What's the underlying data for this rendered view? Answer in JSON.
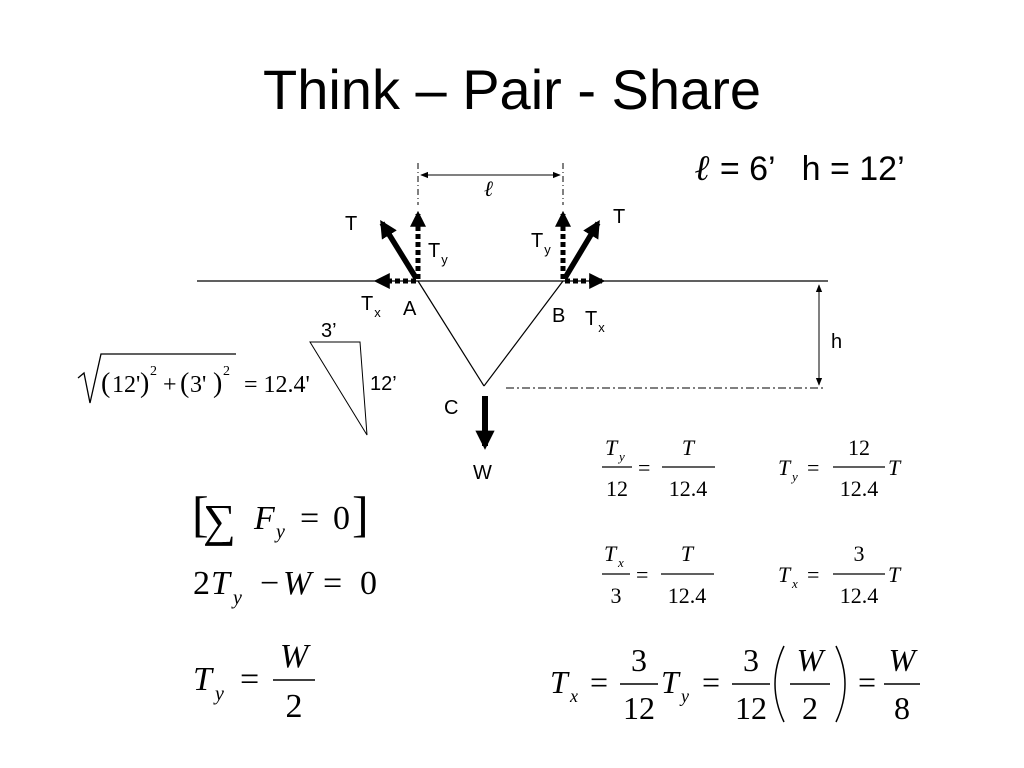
{
  "slide": {
    "title": "Think – Pair - Share",
    "given": {
      "ell_symbol": "ℓ",
      "ell_value": "= 6’",
      "h_value": "h = 12’"
    }
  },
  "diagram": {
    "ell_dim": "ℓ",
    "left_T": "T",
    "left_Ty_main": "T",
    "left_Ty_sub": "y",
    "left_Tx_main": "T",
    "left_Tx_sub": "x",
    "point_A": "A",
    "point_B": "B",
    "right_T": "T",
    "right_Ty_main": "T",
    "right_Ty_sub": "y",
    "right_Tx_main": "T",
    "right_Tx_sub": "x",
    "point_C": "C",
    "weight": "W",
    "h_dim": "h",
    "tri_short_side": "3’",
    "tri_long_side": "12’"
  },
  "equations": {
    "hyp_a": "12'",
    "hyp_b": "3'",
    "hyp_result": "= 12.4'",
    "sum_F": "F",
    "sum_sub": "y",
    "zero": "0",
    "eq2_coef": "2",
    "eq2_T": "T",
    "eq2_sub": "y",
    "eq2_W": "W",
    "eq3_T": "T",
    "eq3_sub": "y",
    "eq3_num": "W",
    "eq3_den": "2",
    "ty_main": "T",
    "ty_sub": "y",
    "ty_den": "12",
    "ty_num_T": "T",
    "ty_den_r": "12.4",
    "ty_res_num": "12",
    "ty_res_den": "12.4",
    "tx_main": "T",
    "tx_sub": "x",
    "tx_den": "3",
    "tx_num_T": "T",
    "tx_den_r": "12.4",
    "tx_res_num": "3",
    "tx_res_den": "12.4",
    "final_frac1_num": "3",
    "final_frac1_den": "12",
    "final_frac2_num": "3",
    "final_frac2_den": "12",
    "final_inner_num": "W",
    "final_inner_den": "2",
    "final_res_num": "W",
    "final_res_den": "8"
  }
}
